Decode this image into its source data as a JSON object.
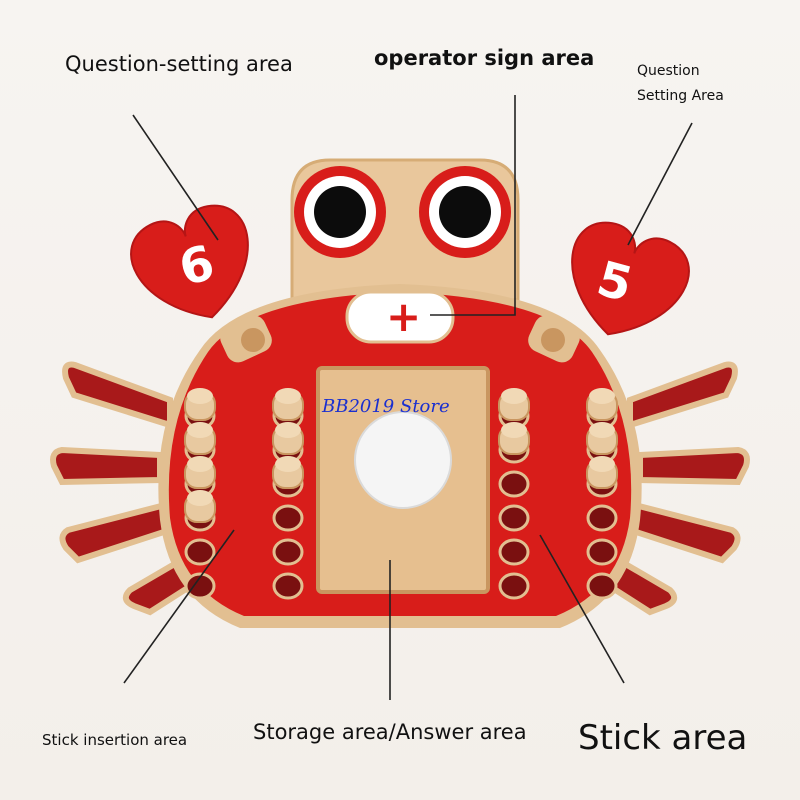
{
  "labels": {
    "question_left": "Question-setting area",
    "operator": "operator sign area",
    "question_right_line1": "Question",
    "question_right_line2": "Setting Area",
    "stick_insertion": "Stick insertion area",
    "storage_answer": "Storage area/Answer area",
    "stick_area": "Stick area"
  },
  "toy": {
    "left_claw_number": "6",
    "right_claw_number": "5",
    "operator_sign": "+"
  },
  "watermark": "BB2019 Store",
  "colors": {
    "crab_red": "#d81d1a",
    "wood": "#e8c9a0",
    "leg_dark": "#a8191a",
    "white": "#ffffff",
    "eye_black": "#0c0c0c"
  },
  "pegs": {
    "left_outer_filled": 4,
    "left_inner_filled": 3,
    "right_inner_filled": 2,
    "right_outer_filled": 3,
    "holes_per_column": 6
  }
}
